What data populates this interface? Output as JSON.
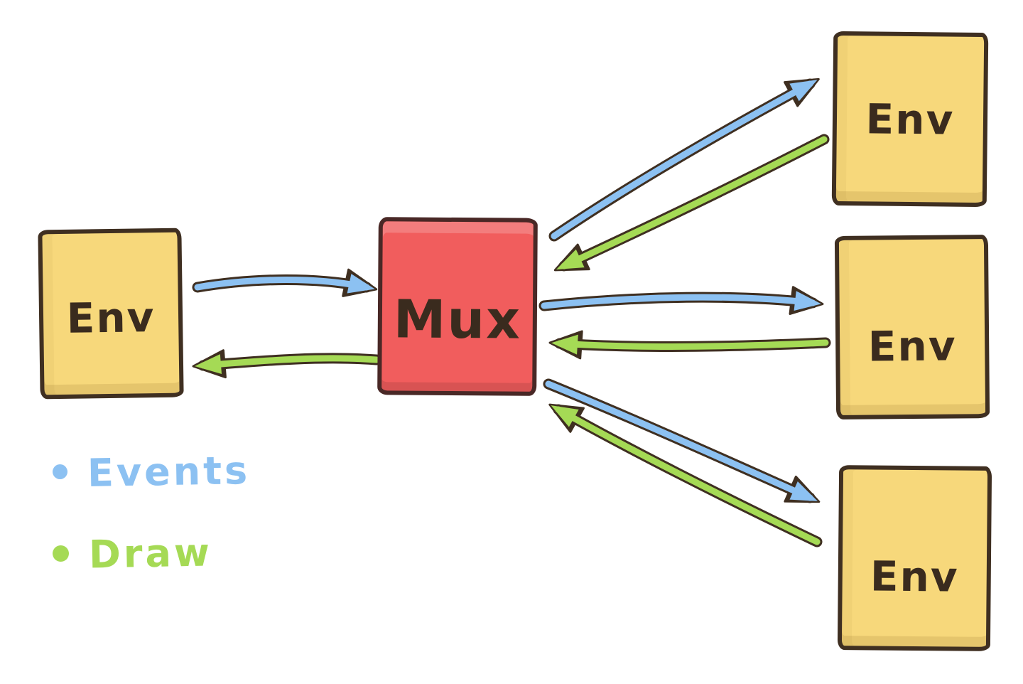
{
  "diagram": {
    "nodes": {
      "env_left": {
        "label": "Env",
        "fill": "#f7d87b"
      },
      "mux": {
        "label": "Mux",
        "fill": "#f15d5d"
      },
      "env_top_right": {
        "label": "Env",
        "fill": "#f7d87b"
      },
      "env_mid_right": {
        "label": "Env",
        "fill": "#f7d87b"
      },
      "env_bottom_right": {
        "label": "Env",
        "fill": "#f7d87b"
      }
    },
    "edges": [
      {
        "from": "env_left",
        "to": "mux",
        "type": "events",
        "color": "#8cc1f2"
      },
      {
        "from": "mux",
        "to": "env_left",
        "type": "draw",
        "color": "#a5da55"
      },
      {
        "from": "mux",
        "to": "env_top_right",
        "type": "events",
        "color": "#8cc1f2"
      },
      {
        "from": "env_top_right",
        "to": "mux",
        "type": "draw",
        "color": "#a5da55"
      },
      {
        "from": "mux",
        "to": "env_mid_right",
        "type": "events",
        "color": "#8cc1f2"
      },
      {
        "from": "env_mid_right",
        "to": "mux",
        "type": "draw",
        "color": "#a5da55"
      },
      {
        "from": "mux",
        "to": "env_bottom_right",
        "type": "events",
        "color": "#8cc1f2"
      },
      {
        "from": "env_bottom_right",
        "to": "mux",
        "type": "draw",
        "color": "#a5da55"
      }
    ],
    "legend": [
      {
        "label": "Events",
        "color": "#8cc1f2"
      },
      {
        "label": "Draw",
        "color": "#a5da55"
      }
    ],
    "colors": {
      "background": "#ffffff",
      "outline": "#3f2f21",
      "text": "#3a2b1e",
      "arrow_events": "#8cc1f2",
      "arrow_draw": "#a5da55",
      "node_env": "#f7d87b",
      "node_mux": "#f15d5d"
    }
  }
}
